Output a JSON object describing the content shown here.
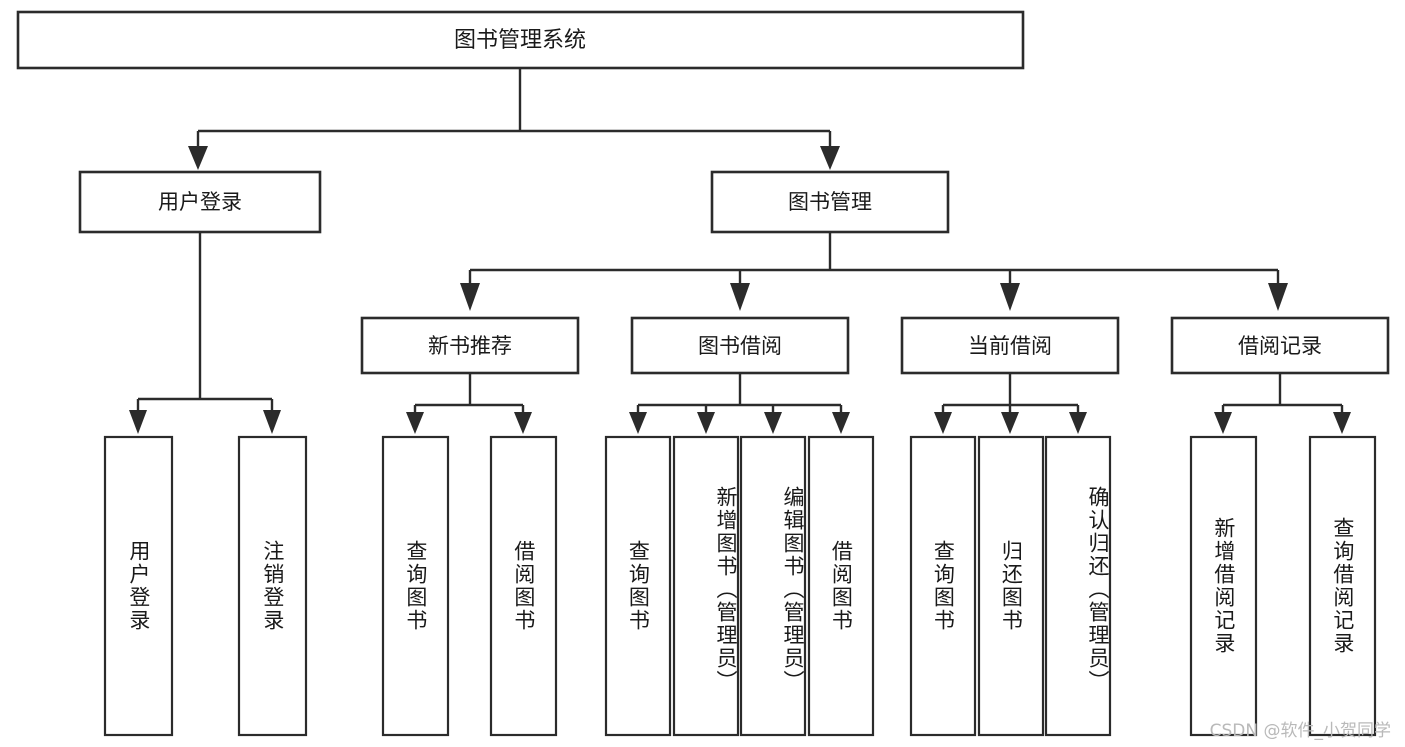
{
  "diagram": {
    "type": "tree-hierarchy",
    "title": "图书管理系统",
    "root": {
      "label": "图书管理系统"
    },
    "level2": [
      {
        "id": "user-login",
        "label": "用户登录"
      },
      {
        "id": "book-manage",
        "label": "图书管理"
      }
    ],
    "level3": [
      {
        "id": "new-book-recommend",
        "label": "新书推荐",
        "parent": "book-manage"
      },
      {
        "id": "book-borrow",
        "label": "图书借阅",
        "parent": "book-manage"
      },
      {
        "id": "current-borrow",
        "label": "当前借阅",
        "parent": "book-manage"
      },
      {
        "id": "borrow-record",
        "label": "借阅记录",
        "parent": "book-manage"
      }
    ],
    "leaves": {
      "user_login": [
        {
          "id": "leaf-user-login",
          "label": "用户登录"
        },
        {
          "id": "leaf-logout-login",
          "label": "注销登录"
        }
      ],
      "new_book_recommend": [
        {
          "id": "leaf-query-book-1",
          "label": "查询图书"
        },
        {
          "id": "leaf-borrow-book-1",
          "label": "借阅图书"
        }
      ],
      "book_borrow": [
        {
          "id": "leaf-query-book-2",
          "label": "查询图书"
        },
        {
          "id": "leaf-add-book",
          "label": "新增图书（管理员）"
        },
        {
          "id": "leaf-edit-book",
          "label": "编辑图书（管理员）"
        },
        {
          "id": "leaf-borrow-book-2",
          "label": "借阅图书"
        }
      ],
      "current_borrow": [
        {
          "id": "leaf-query-book-3",
          "label": "查询图书"
        },
        {
          "id": "leaf-return-book",
          "label": "归还图书"
        },
        {
          "id": "leaf-confirm-return",
          "label": "确认归还（管理员）"
        }
      ],
      "borrow_record": [
        {
          "id": "leaf-add-record",
          "label": "新增借阅记录"
        },
        {
          "id": "leaf-query-record",
          "label": "查询借阅记录"
        }
      ]
    }
  },
  "watermark": {
    "text": "CSDN @软件_小贺同学"
  },
  "colors": {
    "box_stroke": "#2b2b2b",
    "box_fill": "#ffffff",
    "text": "#1a1a1a",
    "background": "#ffffff",
    "watermark": "#b9b9b9"
  }
}
